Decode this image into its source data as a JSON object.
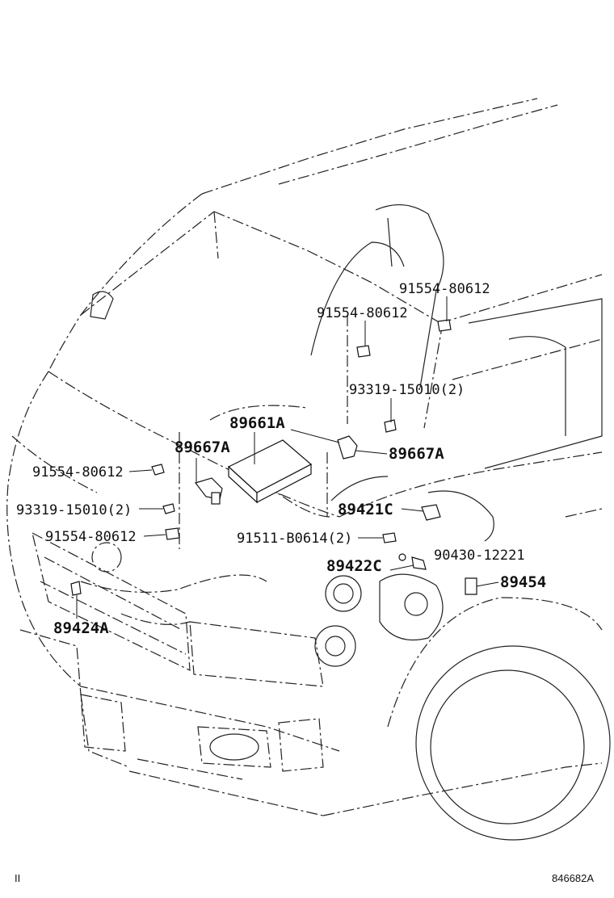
{
  "labels": {
    "p1": "91554-80612",
    "p2": "91554-80612",
    "p3": "93319-15010(2)",
    "p4": "89661A",
    "p5": "89667A",
    "p6": "89667A",
    "p7": "91554-80612",
    "p8": "93319-15010(2)",
    "p9": "89421C",
    "p10": "91554-80612",
    "p11": "91511-B0614(2)",
    "p12": "90430-12221",
    "p13": "89422C",
    "p14": "89454",
    "p15": "89424A"
  },
  "footer": {
    "left_mark": "II",
    "code": "846682A"
  }
}
